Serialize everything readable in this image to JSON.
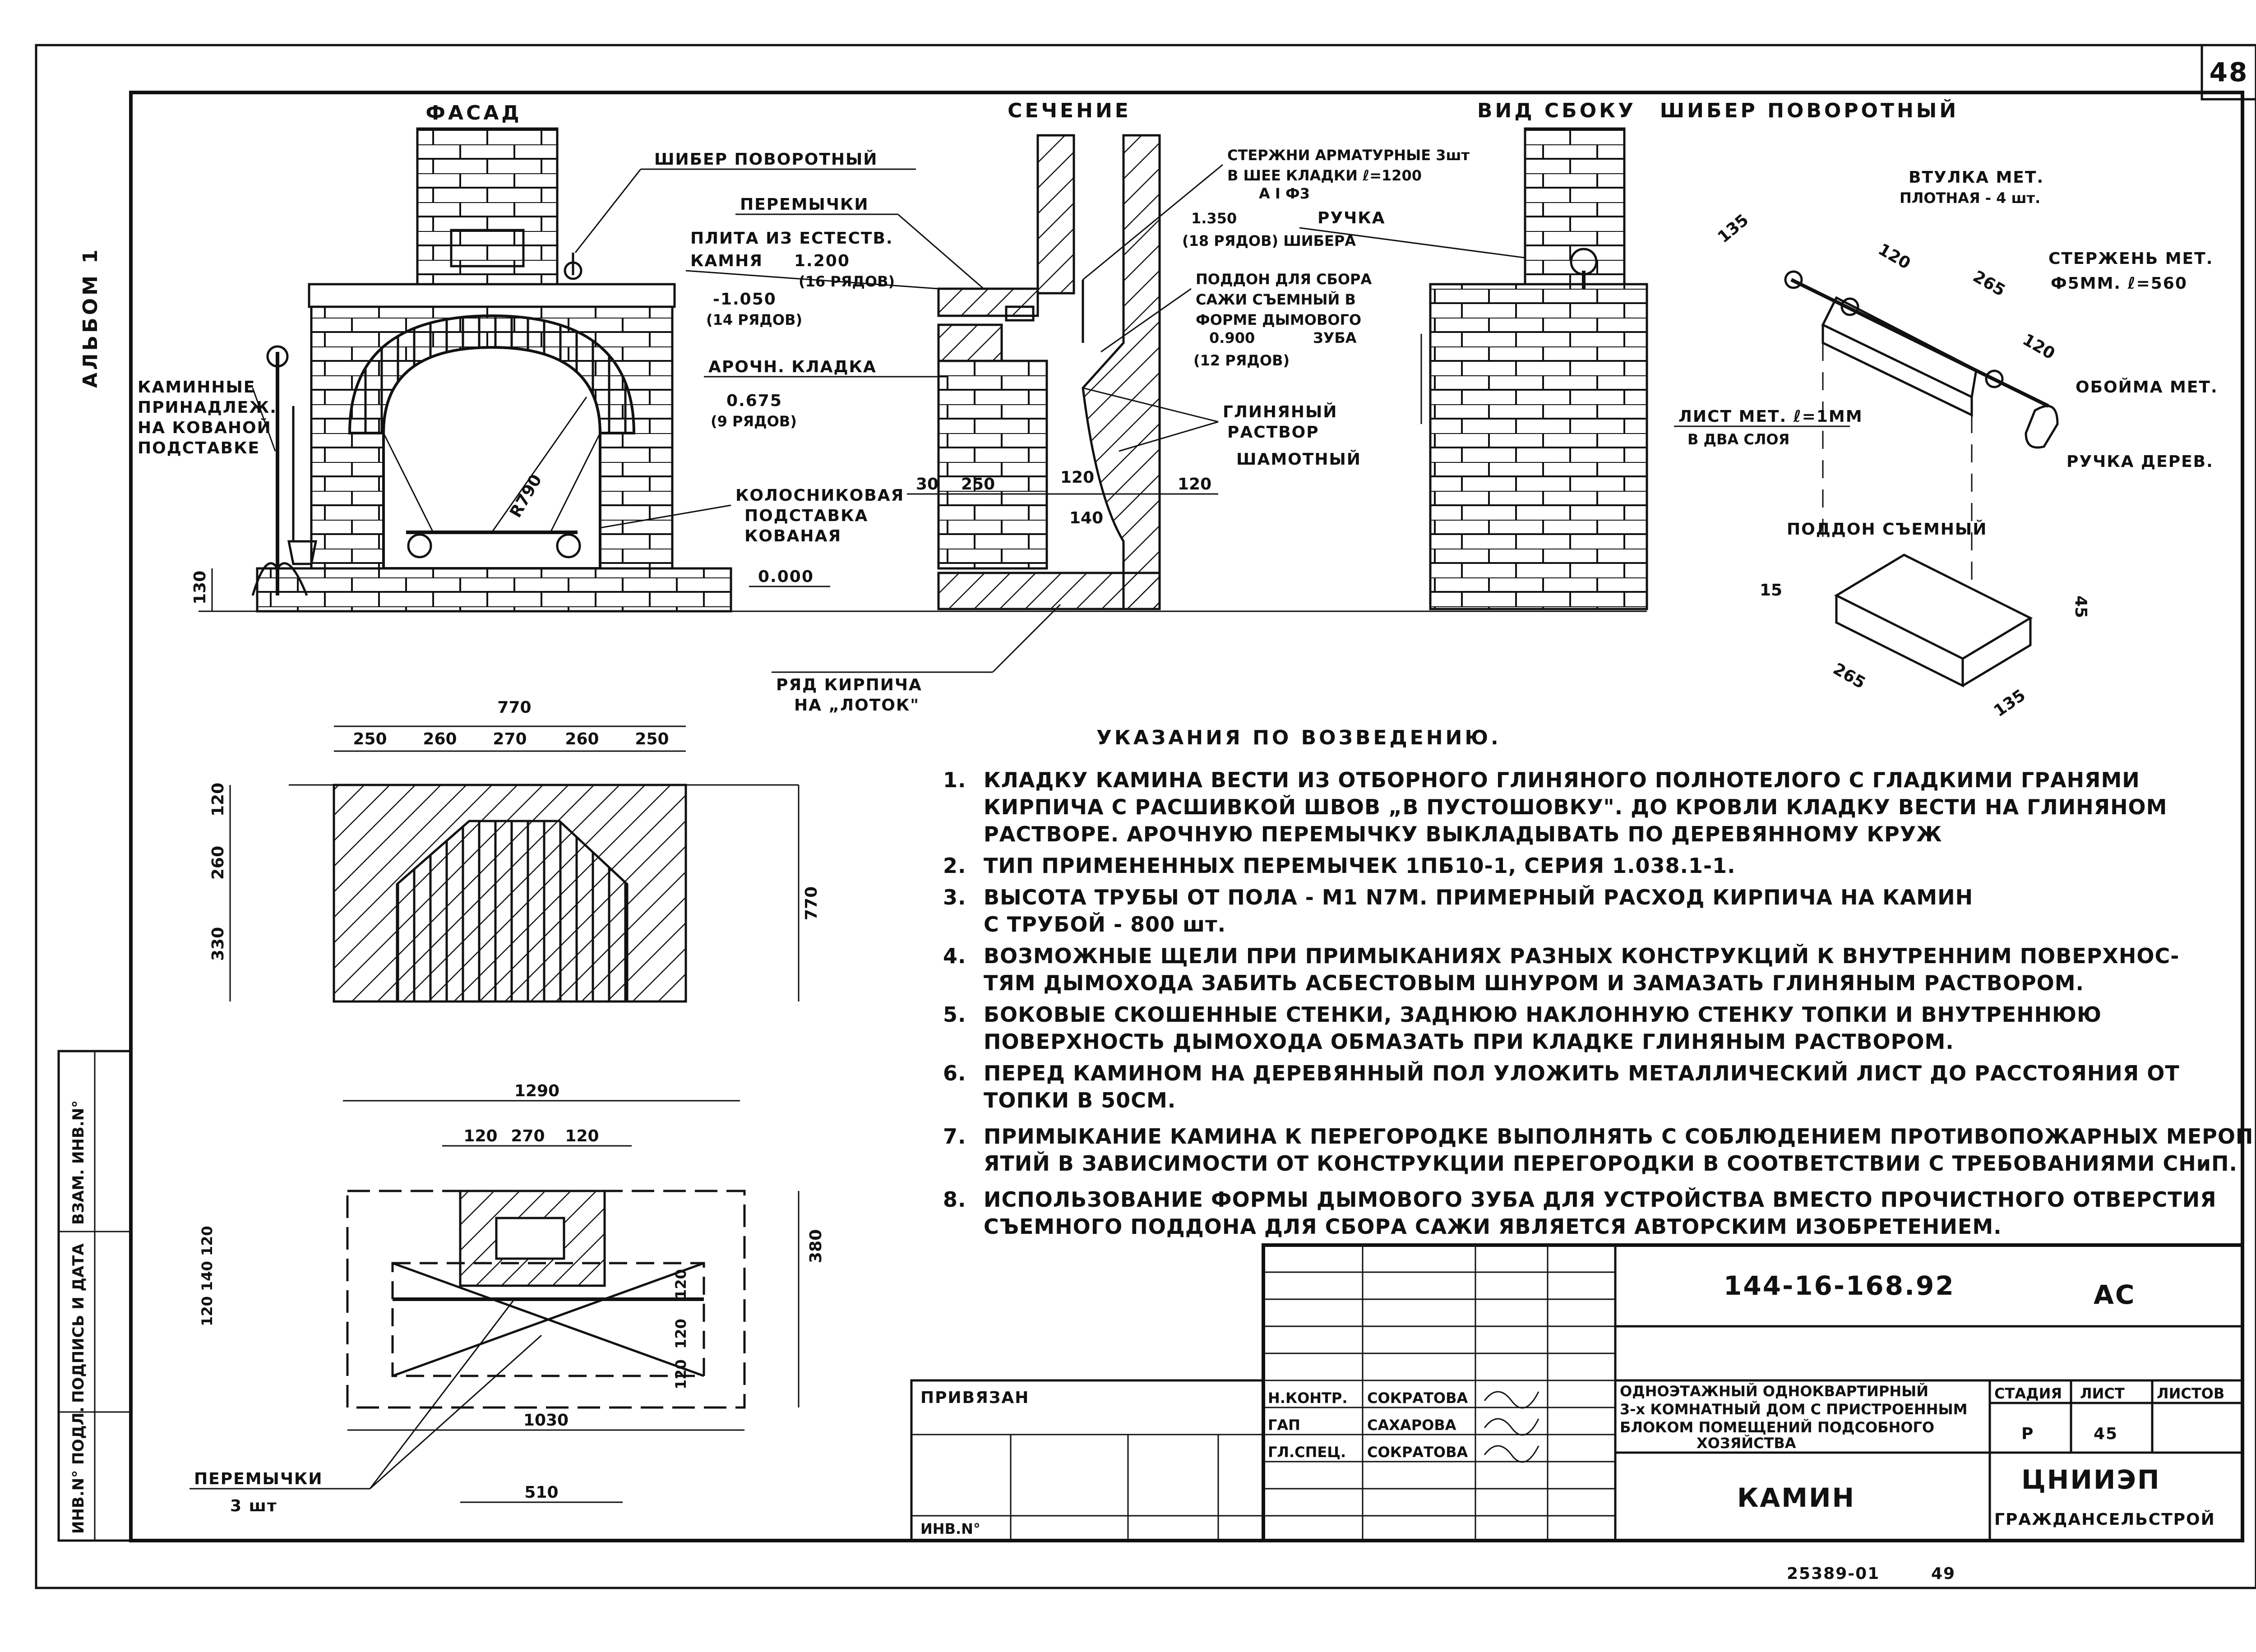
{
  "sheet": {
    "sheet_number": "48",
    "album": "АЛЬБОМ 1",
    "footer_code": "25389-01",
    "footer_page": "49"
  },
  "views": {
    "facade": "ФАСАД",
    "section": "СЕЧЕНИЕ",
    "side": "ВИД СБОКУ",
    "damper": "ШИБЕР ПОВОРОТНЫЙ"
  },
  "facade": {
    "damper_label": "ШИБЕР ПОВОРОТНЫЙ",
    "tools_label": [
      "КАМИННЫЕ",
      "ПРИНАДЛЕЖ.",
      "НА КОВАНОЙ",
      "ПОДСТАВКЕ"
    ],
    "radius": "R790",
    "base_dim": "130"
  },
  "section": {
    "lintels": "ПЕРЕМЫЧКИ",
    "slab": [
      "ПЛИТА ИЗ ЕСТЕСТВ.",
      "КАМНЯ"
    ],
    "slab_level": "1.200",
    "slab_rows": "(16 РЯДОВ)",
    "level_minus": "-1.050",
    "level_minus_rows": "(14 РЯДОВ)",
    "arch": "АРОЧН. КЛАДКА",
    "arch_level": "0.675",
    "arch_rows": "(9 РЯДОВ)",
    "grate": [
      "КОЛОСНИКОВАЯ",
      "ПОДСТАВКА",
      "КОВАНАЯ"
    ],
    "zero": "0.000",
    "brick_row": [
      "РЯД КИРПИЧА",
      "НА „ЛОТОК\""
    ],
    "rebar": [
      "СТЕРЖНИ АРМАТУРНЫЕ 3шт",
      "В ШЕЕ КЛАДКИ ℓ=1200",
      "A I Ф3"
    ],
    "handle_level": "1.350",
    "handle": "РУЧКА",
    "handle_rows": "(18 РЯДОВ) ШИБЕРА",
    "soot_tray": [
      "ПОДДОН ДЛЯ СБОРА",
      "САЖИ СЪЕМНЫЙ В",
      "ФОРМЕ ДЫМОВОГО"
    ],
    "tooth": "ЗУБА",
    "tray_level": "0.900",
    "tray_rows": "(12 РЯДОВ)",
    "mortar": [
      "ГЛИНЯНЫЙ",
      "РАСТВОР",
      "ШАМОТНЫЙ"
    ],
    "d30": "30",
    "d250": "250",
    "d120a": "120",
    "d140": "140",
    "d120b": "120"
  },
  "damper_detail": {
    "bush": [
      "ВТУЛКА МЕТ.",
      "ПЛОТНАЯ - 4 шт."
    ],
    "rod": [
      "СТЕРЖЕНЬ МЕТ.",
      "Ф5ММ. ℓ=560"
    ],
    "clip": "ОБОЙМА МЕТ.",
    "wood_handle": "РУЧКА ДЕРЕВ.",
    "sheet": [
      "ЛИСТ МЕТ. ℓ=1ММ",
      "В ДВА СЛОЯ"
    ],
    "tray": "ПОДДОН СЪЕМНЫЙ",
    "d135a": "135",
    "d120": "120",
    "d265a": "265",
    "d120b": "120",
    "d15": "15",
    "d45": "45",
    "d265b": "265",
    "d135b": "135"
  },
  "plan1": {
    "total": "770",
    "parts": [
      "250",
      "260",
      "270",
      "260",
      "250"
    ],
    "v_parts": [
      "120",
      "260",
      "330"
    ],
    "v_total": "770"
  },
  "plan2": {
    "total": "1290",
    "top_parts": [
      "120",
      "270",
      "120"
    ],
    "left_parts": "120 140 120",
    "right_parts": [
      "120",
      "120",
      "120"
    ],
    "height": "380",
    "width": "1030",
    "bottom": "510",
    "lintels": [
      "ПЕРЕМЫЧКИ",
      "3 шт"
    ]
  },
  "notes": {
    "title": "УКАЗАНИЯ ПО ВОЗВЕДЕНИЮ.",
    "items": [
      {
        "num": "1.",
        "lines": [
          "КЛАДКУ КАМИНА ВЕСТИ ИЗ ОТБОРНОГО ГЛИНЯНОГО ПОЛНОТЕЛОГО С ГЛАДКИМИ ГРАНЯМИ",
          "КИРПИЧА С РАСШИВКОЙ ШВОВ „В ПУСТОШОВКУ\". ДО КРОВЛИ КЛАДКУ ВЕСТИ НА ГЛИНЯНОМ",
          "РАСТВОРЕ. АРОЧНУЮ ПЕРЕМЫЧКУ ВЫКЛАДЫВАТЬ ПО ДЕРЕВЯННОМУ КРУЖ"
        ]
      },
      {
        "num": "2.",
        "lines": [
          "ТИП ПРИМЕНЕННЫХ ПЕРЕМЫЧЕК 1ПБ10-1, СЕРИЯ 1.038.1-1."
        ]
      },
      {
        "num": "3.",
        "lines": [
          "ВЫСОТА ТРУБЫ ОТ ПОЛА - М1 N7М. ПРИМЕРНЫЙ РАСХОД КИРПИЧА НА КАМИН",
          "С ТРУБОЙ - 800 шт."
        ]
      },
      {
        "num": "4.",
        "lines": [
          "ВОЗМОЖНЫЕ ЩЕЛИ ПРИ ПРИМЫКАНИЯХ РАЗНЫХ КОНСТРУКЦИЙ К ВНУТРЕННИМ ПОВЕРХНОС-",
          "ТЯМ ДЫМОХОДА ЗАБИТЬ АСБЕСТОВЫМ ШНУРОМ И ЗАМАЗАТЬ ГЛИНЯНЫМ РАСТВОРОМ."
        ]
      },
      {
        "num": "5.",
        "lines": [
          "БОКОВЫЕ СКОШЕННЫЕ СТЕНКИ, ЗАДНЮЮ НАКЛОННУЮ СТЕНКУ ТОПКИ И ВНУТРЕННЮЮ",
          "ПОВЕРХНОСТЬ ДЫМОХОДА ОБМАЗАТЬ ПРИ КЛАДКЕ ГЛИНЯНЫМ РАСТВОРОМ."
        ]
      },
      {
        "num": "6.",
        "lines": [
          "ПЕРЕД КАМИНОМ НА ДЕРЕВЯННЫЙ ПОЛ УЛОЖИТЬ МЕТАЛЛИЧЕСКИЙ ЛИСТ ДО РАССТОЯНИЯ ОТ",
          "ТОПКИ В 50СМ."
        ]
      },
      {
        "num": "7.",
        "lines": [
          "ПРИМЫКАНИЕ КАМИНА К ПЕРЕГОРОДКЕ ВЫПОЛНЯТЬ С СОБЛЮДЕНИЕМ ПРОТИВОПОЖАРНЫХ МЕРОПРИ-",
          "ЯТИЙ В ЗАВИСИМОСТИ ОТ КОНСТРУКЦИИ ПЕРЕГОРОДКИ В СООТВЕТСТВИИ С ТРЕБОВАНИЯМИ СНиП."
        ]
      },
      {
        "num": "8.",
        "lines": [
          "ИСПОЛЬЗОВАНИЕ ФОРМЫ ДЫМОВОГО ЗУБА ДЛЯ УСТРОЙСТВА ВМЕСТО ПРОЧИСТНОГО ОТВЕРСТИЯ",
          "СЪЕМНОГО ПОДДОНА ДЛЯ СБОРА САЖИ ЯВЛЯЕТСЯ АВТОРСКИМ ИЗОБРЕТЕНИЕМ."
        ]
      }
    ]
  },
  "title_block": {
    "code": "144-16-168.92",
    "mark": "АС",
    "attached": "ПРИВЯЗАН",
    "inv": "ИНВ.N°",
    "roles": [
      "Н.КОНТР.",
      "ГАП",
      "ГЛ.СПЕЦ."
    ],
    "names": [
      "СОКРАТОВА",
      "САХАРОВА",
      "СОКРАТОВА"
    ],
    "project": [
      "ОДНОЭТАЖНЫЙ ОДНОКВАРТИРНЫЙ",
      "3-х КОМНАТНЫЙ ДОМ С ПРИСТРОЕННЫМ",
      "БЛОКОМ ПОМЕЩЕНИЙ ПОДСОБНОГО",
      "ХОЗЯЙСТВА"
    ],
    "stage_h": "СТАДИЯ",
    "sheet_h": "ЛИСТ",
    "sheets_h": "ЛИСТОВ",
    "stage": "Р",
    "sheet_no": "45",
    "sheet_title": "КАМИН",
    "org1": "ЦНИИЭП",
    "org2": "ГРАЖДАНСЕЛЬСТРОЙ"
  },
  "side_stamp": [
    "ИНВ.N° ПОДЛ.",
    "ПОДПИСЬ И ДАТА",
    "ВЗАМ. ИНВ.N°"
  ]
}
